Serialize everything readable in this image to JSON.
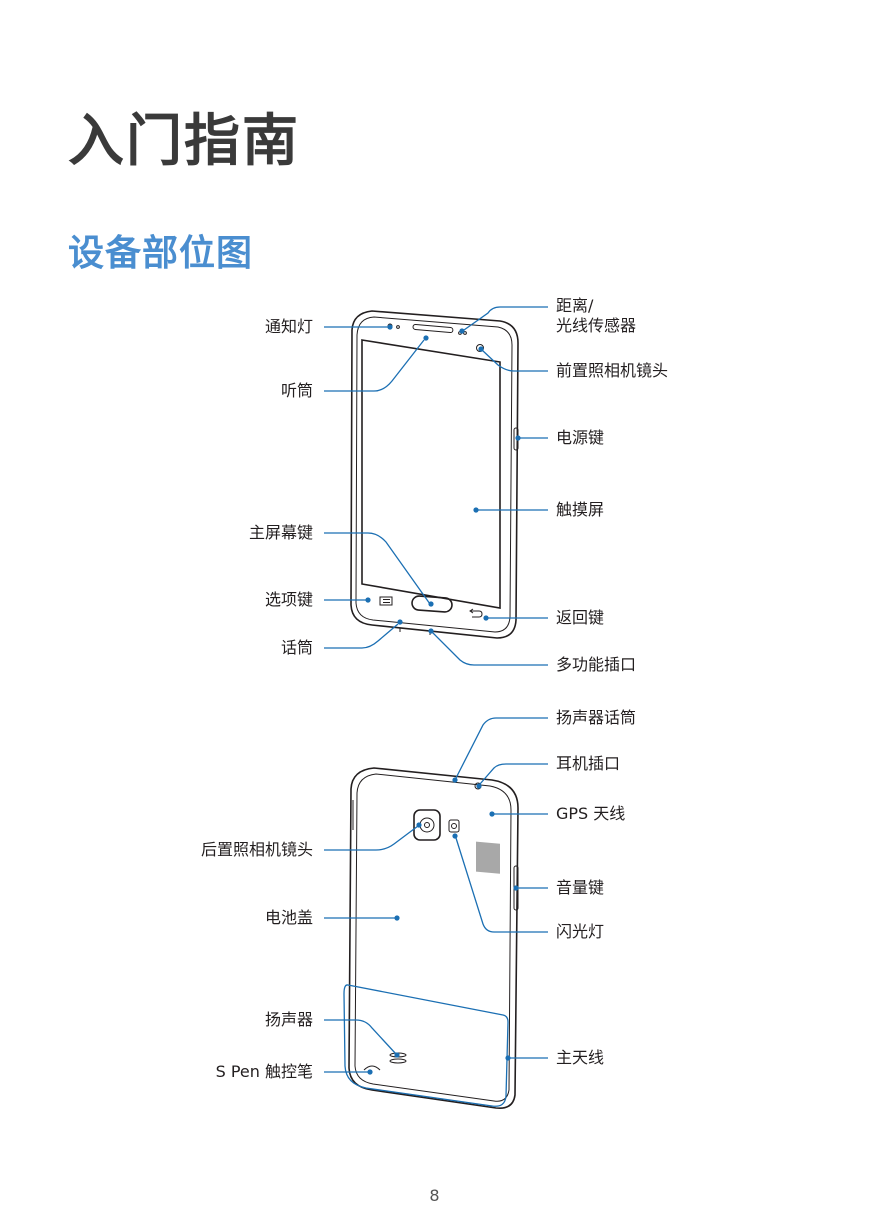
{
  "chapter_title": "入门指南",
  "section_title": "设备部位图",
  "page_number": "8",
  "front_labels": {
    "notification_light": "通知灯",
    "earpiece": "听筒",
    "home_key": "主屏幕键",
    "menu_key": "选项键",
    "microphone": "话筒",
    "proximity_sensor_line1": "距离/",
    "proximity_sensor_line2": "光线传感器",
    "front_camera": "前置照相机镜头",
    "power_key": "电源键",
    "touch_screen": "触摸屏",
    "back_key": "返回键",
    "multipurpose_jack": "多功能插口"
  },
  "back_labels": {
    "rear_camera": "后置照相机镜头",
    "back_cover": "电池盖",
    "speaker": "扬声器",
    "s_pen": "S Pen 触控笔",
    "speaker_mic": "扬声器话筒",
    "headset_jack": "耳机插口",
    "gps_antenna": "GPS 天线",
    "volume_key": "音量键",
    "flash": "闪光灯",
    "main_antenna": "主天线"
  },
  "colors": {
    "accent": "#4a8ed0",
    "leader_line": "#1b6fb3",
    "outline": "#231f20"
  }
}
